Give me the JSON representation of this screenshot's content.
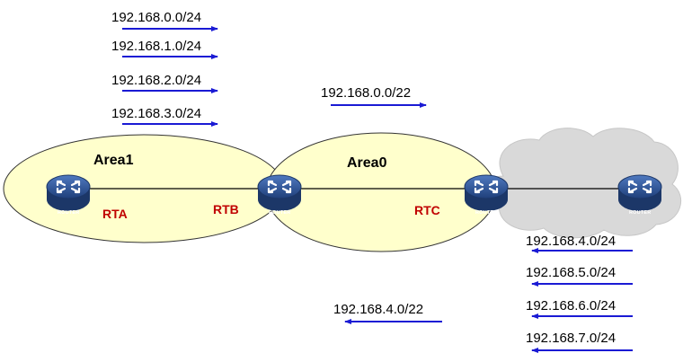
{
  "areas": {
    "area1": "Area1",
    "area0": "Area0"
  },
  "routers": {
    "rta": "RTA",
    "rtb": "RTB",
    "rtc": "RTC",
    "icon_label": "ROUTER"
  },
  "left_routes": [
    "192.168.0.0/24",
    "192.168.1.0/24",
    "192.168.2.0/24",
    "192.168.3.0/24"
  ],
  "left_summary": "192.168.0.0/22",
  "right_routes": [
    "192.168.4.0/24",
    "192.168.5.0/24",
    "192.168.6.0/24",
    "192.168.7.0/24"
  ],
  "right_summary": "192.168.4.0/22",
  "colors": {
    "arrow": "#1a1ad4",
    "area_fill": "#ffffcc",
    "cloud": "#d9d9d9",
    "router": "#2e5597",
    "router_name": "#c00000"
  }
}
